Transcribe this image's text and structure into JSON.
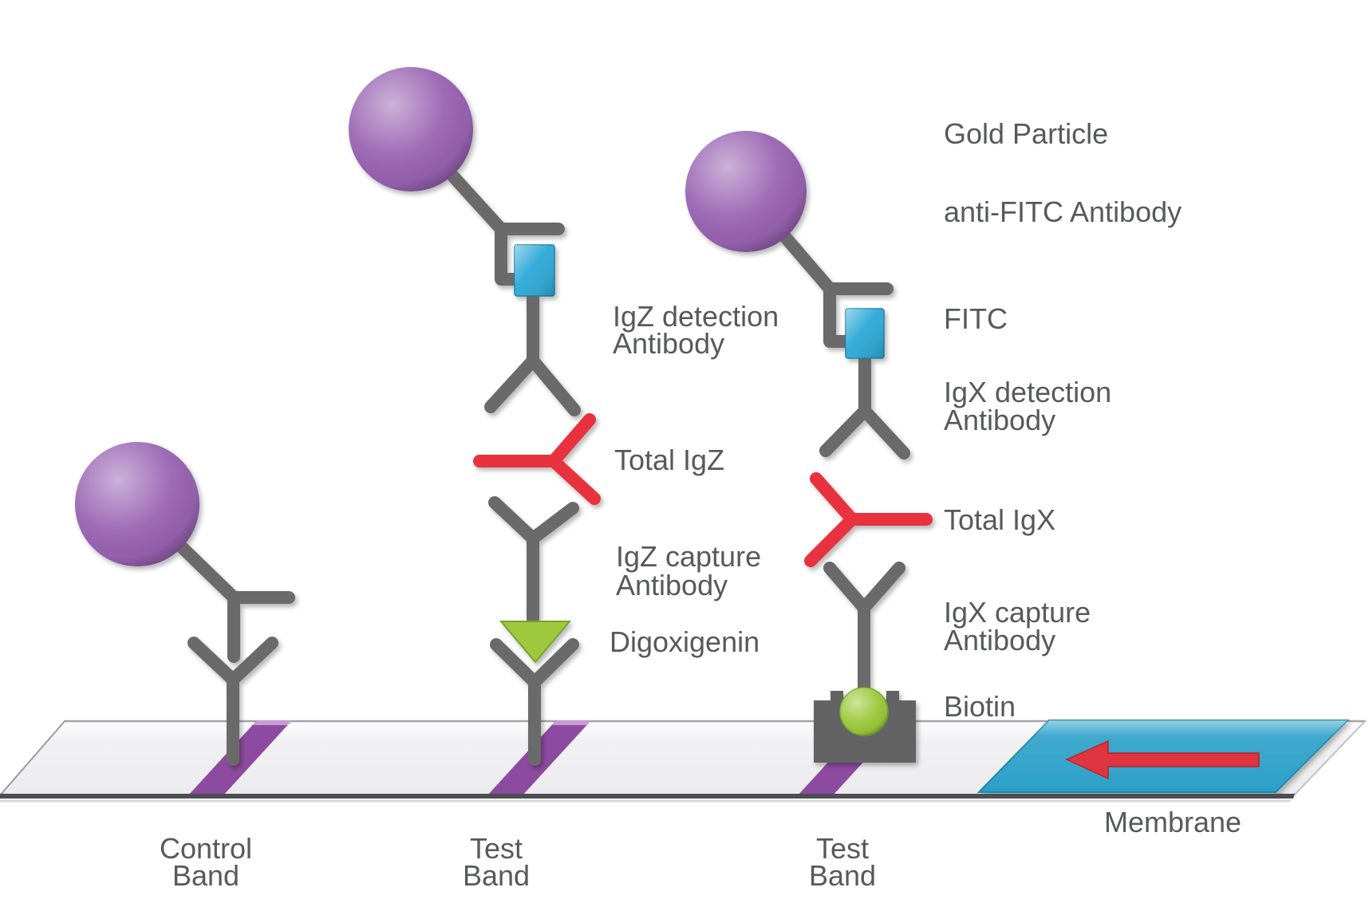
{
  "colors": {
    "gold_particle": "#9963B2",
    "antibody_gray": "#6B6B6B",
    "fitc_blue": "#2AA7D6",
    "analyte_red": "#E8323E",
    "hapten_green": "#9CC93C",
    "band_purple": "#8C4BA0",
    "membrane_pad_blue": "#2BA0C8",
    "flow_arrow_red": "#DF3440",
    "strip_gray": "#ECECEE",
    "cup_gray": "#646464",
    "label_text": "#58595B"
  },
  "labels": {
    "right": {
      "gold_particle": "Gold Particle",
      "anti_fitc": "anti-FITC Antibody",
      "fitc": "FITC",
      "igx_detection_1": "IgX detection",
      "igx_detection_2": "Antibody",
      "total_igx": "Total IgX",
      "igx_capture_1": "IgX capture",
      "igx_capture_2": "Antibody",
      "biotin": "Biotin",
      "membrane": "Membrane"
    },
    "middle": {
      "igz_detection_1": "IgZ detection",
      "igz_detection_2": "Antibody",
      "total_igz": "Total IgZ",
      "igz_capture_1": "IgZ capture",
      "igz_capture_2": "Antibody",
      "digoxigenin": "Digoxigenin"
    },
    "bottom": {
      "control_1": "Control",
      "control_2": "Band",
      "test_igz_1": "Test",
      "test_igz_2": "Band",
      "test_igx_1": "Test",
      "test_igx_2": "Band"
    }
  }
}
